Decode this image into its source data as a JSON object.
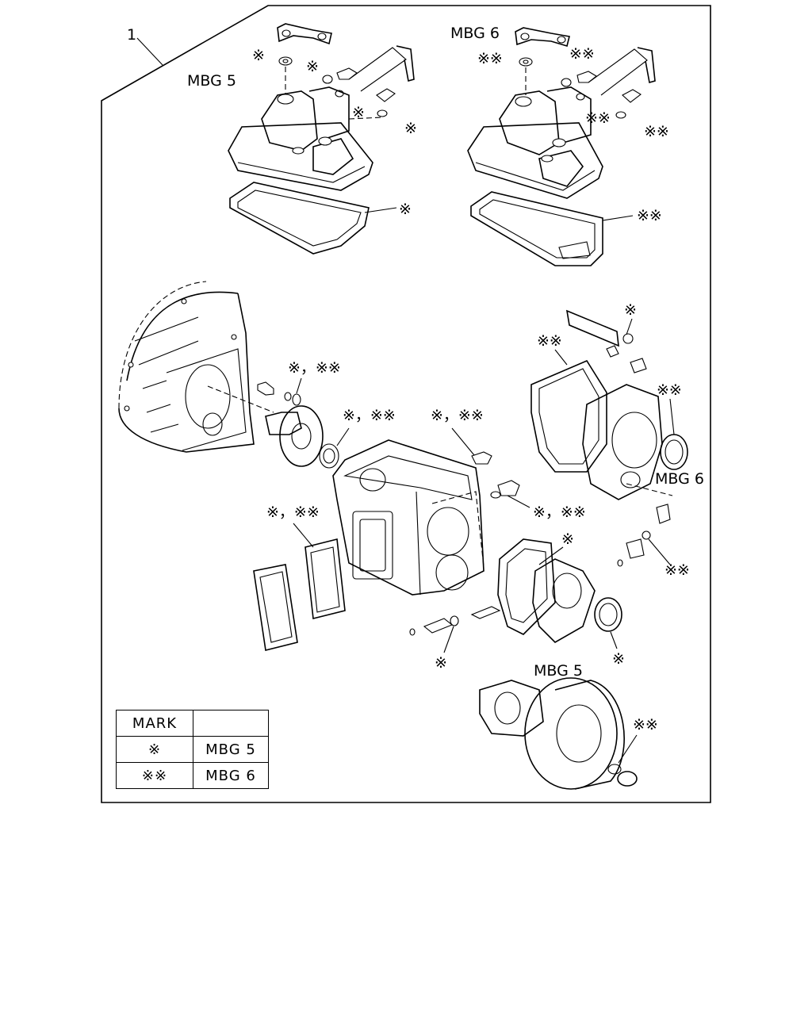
{
  "item_number": "1",
  "labels": {
    "mbg5_top": "MBG 5",
    "mbg6_top": "MBG 6",
    "mbg6_right": "MBG 6",
    "mbg5_bottom": "MBG 5"
  },
  "callouts": {
    "top_left_washer": "※",
    "top_left_sensor": "※",
    "top_left_oring": "※",
    "top_left_bolt": "※",
    "top_left_gasket": "※",
    "top_right_washer": "※※",
    "top_right_sensor": "※※",
    "top_right_oring": "※※",
    "top_right_bolt": "※※",
    "top_right_gasket": "※※",
    "bellhousing_parts": "※，※※",
    "front_seal": "※，※※",
    "top_plug": "※，※※",
    "side_plug": "※，※※",
    "side_cover_gasket": "※，※※",
    "rear_pin": "※",
    "rear_gasket": "※※",
    "rear_seal": "※※",
    "rear_oring": "※※",
    "pto_gasket": "※",
    "pto_oring": "※",
    "pto_seal": "※",
    "flange_nut": "※※"
  },
  "legend": {
    "header": [
      "MARK",
      ""
    ],
    "rows": [
      {
        "mark": "※",
        "model": "MBG 5"
      },
      {
        "mark": "※※",
        "model": "MBG 6"
      }
    ]
  }
}
